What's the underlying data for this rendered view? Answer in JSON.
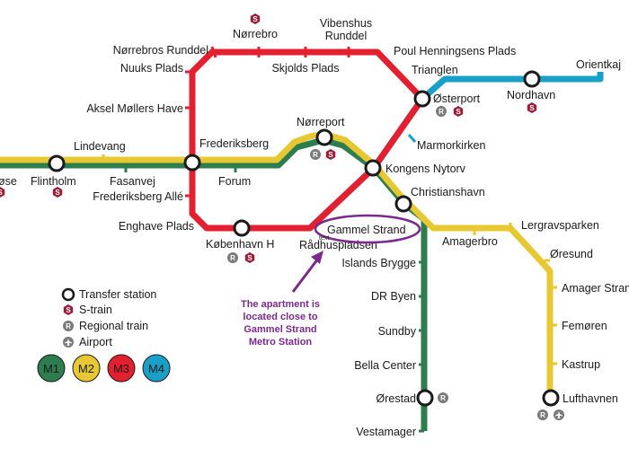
{
  "colors": {
    "m1": "#2e7d4f",
    "m2": "#e8c832",
    "m3": "#e3202f",
    "m4": "#1aa0c8",
    "s_train": "#9b1d3a",
    "regional": "#7a7a7a",
    "note": "#7a2a8a"
  },
  "stations": {
    "norrebro": "Nørrebro",
    "vibenshus": "Vibenshus",
    "runddel": "Runddel",
    "norrebros_runddel": "Nørrebros Runddel",
    "nuuks_plads": "Nuuks Plads",
    "skjolds_plads": "Skjolds Plads",
    "poul_henningsens": "Poul Henningsens Plads",
    "trianglen": "Trianglen",
    "orientkaj": "Orientkaj",
    "osterport": "Østerport",
    "nordhavn": "Nordhavn",
    "aksel_mollers": "Aksel Møllers Have",
    "norreport": "Nørreport",
    "marmorkirken": "Marmorkirken",
    "lindevang": "Lindevang",
    "frederiksberg": "Frederiksberg",
    "kongens_nytorv": "Kongens Nytorv",
    "flintholm": "Flintholm",
    "fasanvej": "Fasanvej",
    "forum": "Forum",
    "frederiksberg_alle": "Frederiksberg Allé",
    "christianshavn": "Christianshavn",
    "enghave_plads": "Enghave Plads",
    "gammel_strand": "Gammel Strand",
    "lergravsparken": "Lergravsparken",
    "kobenhavn_h": "København H",
    "radhuspladsen": "Rådhuspladsen",
    "amagerbro": "Amagerbro",
    "oresund": "Øresund",
    "islands_brygge": "Islands Brygge",
    "amager_strand": "Amager Strand",
    "dr_byen": "DR Byen",
    "sundby": "Sundby",
    "femoren": "Femøren",
    "bella_center": "Bella Center",
    "kastrup": "Kastrup",
    "orestad": "Ørestad",
    "lufthavnen": "Lufthavnen",
    "vestamager": "Vestamager",
    "left_edge": "øse"
  },
  "annotation": {
    "line1": "The apartment is",
    "line2": "located close to",
    "line3": "Gammel Strand",
    "line4": "Metro Station",
    "tiny_label": "text"
  },
  "legend": {
    "transfer": "Transfer station",
    "strain": "S-train",
    "regional": "Regional train",
    "airport": "Airport",
    "s_glyph": "S",
    "r_glyph": "R",
    "lines": [
      "M1",
      "M2",
      "M3",
      "M4"
    ]
  }
}
